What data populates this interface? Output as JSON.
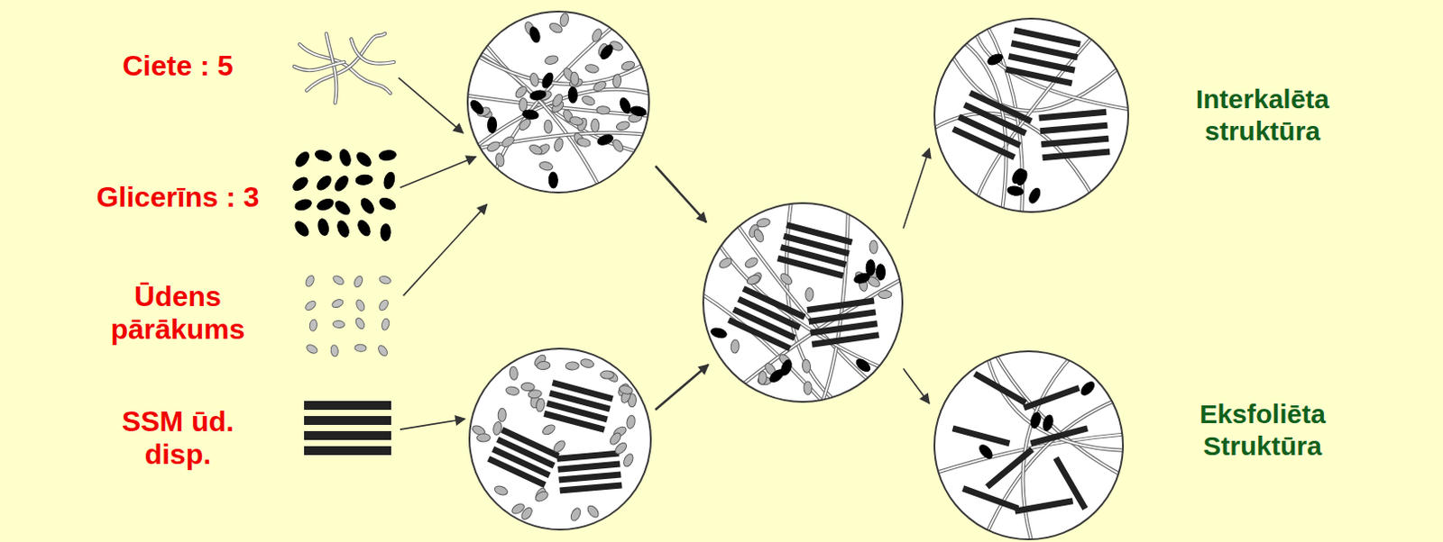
{
  "diagram": {
    "nodes": [
      {
        "text": [
          "Ciete : 5"
        ]
      },
      {
        "text": [
          "Glicerīns : 3"
        ]
      },
      {
        "text": [
          "Ūdens pārākums"
        ]
      },
      {
        "text": [
          "SSM ūd. disp."
        ]
      },
      {
        "text": []
      },
      {
        "text": []
      },
      {
        "text": []
      },
      {
        "text": [
          "Interkalēta struktūra"
        ]
      },
      {
        "text": [
          "Eksfoliēta Struktūra"
        ]
      }
    ],
    "edges": [
      {
        "from": 0,
        "to": 4,
        "arrow": "to"
      },
      {
        "from": 1,
        "to": 4,
        "arrow": "to"
      },
      {
        "from": 2,
        "to": 4,
        "arrow": "to"
      },
      {
        "from": 3,
        "to": 5,
        "arrow": "to"
      },
      {
        "from": 4,
        "to": 6,
        "arrow": "to"
      },
      {
        "from": 5,
        "to": 6,
        "arrow": "to"
      },
      {
        "from": 6,
        "to": 7,
        "arrow": "to"
      },
      {
        "from": 6,
        "to": 8,
        "arrow": "to"
      }
    ]
  }
}
